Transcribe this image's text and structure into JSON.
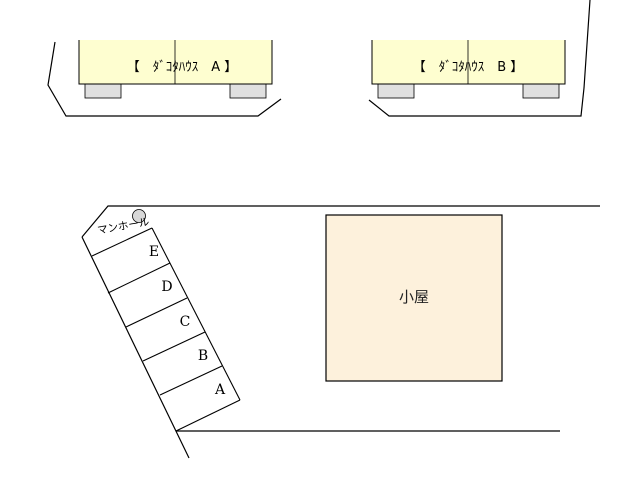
{
  "diagram": {
    "type": "site-layout-map",
    "colors": {
      "line": "#000000",
      "house_fill": "#fefed0",
      "foundation_fill": "#e0e0e0",
      "shed_fill": "#fdf1dc",
      "manhole_fill": "#d8d8d8",
      "background": "#ffffff"
    },
    "buildings": [
      {
        "id": "house-a",
        "label": "【　ﾀﾞｺﾀﾊｳｽ　A 】"
      },
      {
        "id": "house-b",
        "label": "【　ﾀﾞｺﾀﾊｳｽ　B 】"
      }
    ],
    "shed": {
      "label": "小屋"
    },
    "manhole": {
      "label": "マンホール"
    },
    "parking_spaces": [
      "E",
      "D",
      "C",
      "B",
      "A"
    ]
  }
}
